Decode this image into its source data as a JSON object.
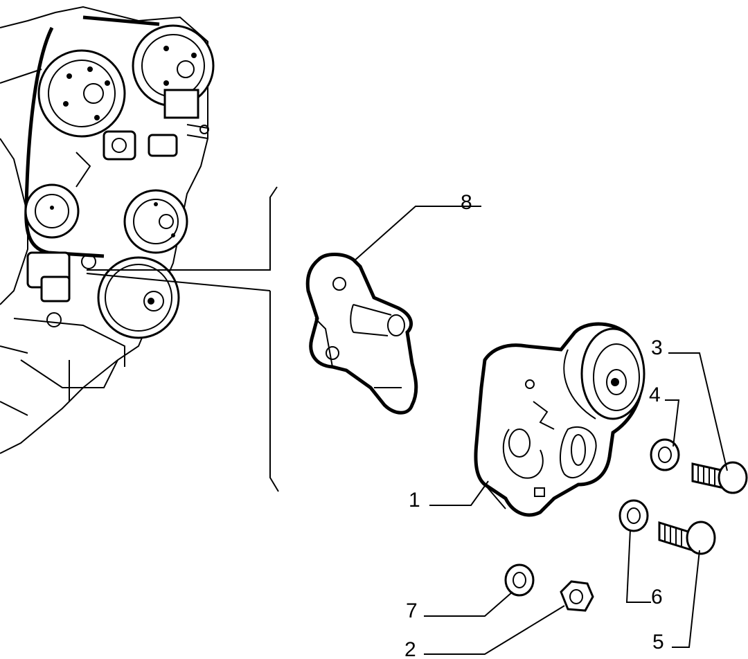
{
  "callouts": [
    {
      "id": "8",
      "label": "8"
    },
    {
      "id": "3",
      "label": "3"
    },
    {
      "id": "4",
      "label": "4"
    },
    {
      "id": "1",
      "label": "1"
    },
    {
      "id": "6",
      "label": "6"
    },
    {
      "id": "7",
      "label": "7"
    },
    {
      "id": "5",
      "label": "5"
    },
    {
      "id": "2",
      "label": "2"
    }
  ]
}
